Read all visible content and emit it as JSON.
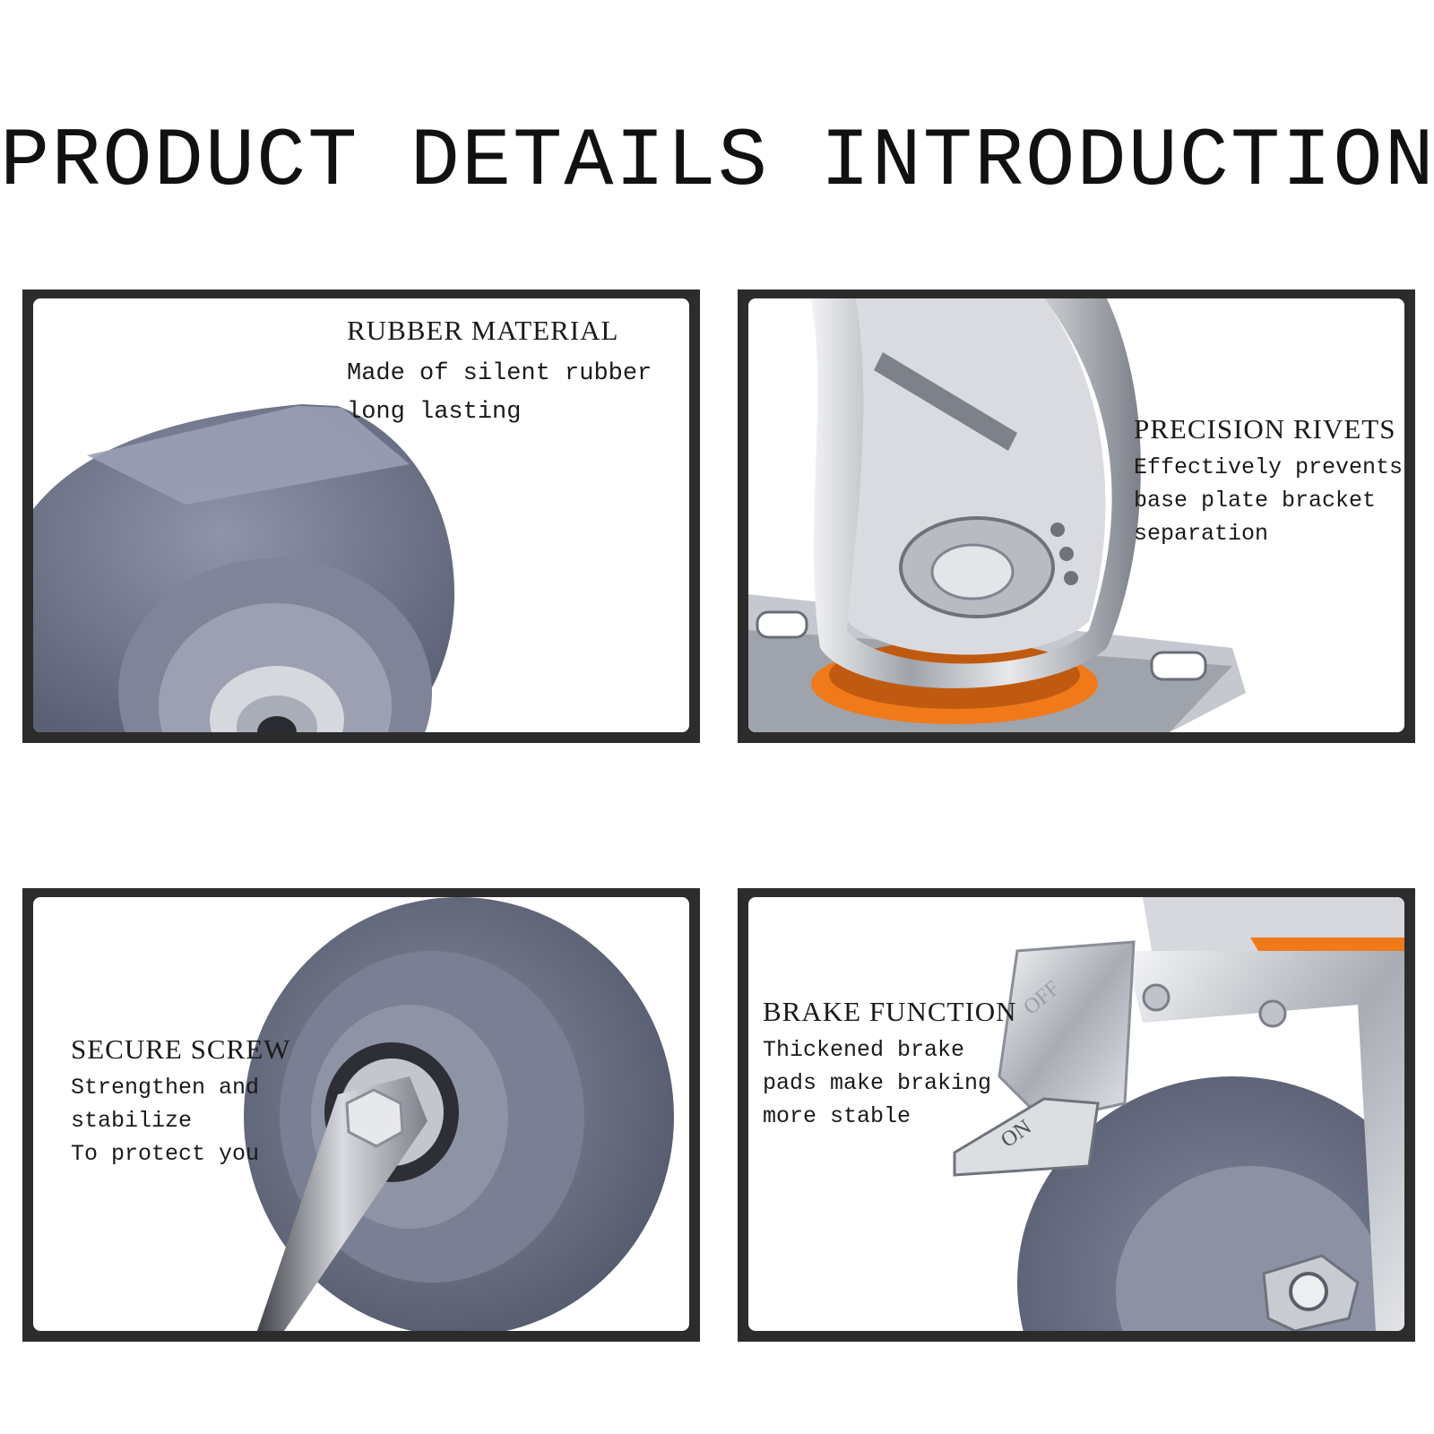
{
  "page_title": "PRODUCT DETAILS INTRODUCTION",
  "colors": {
    "frame": "#2c2c2c",
    "rubber": "#6e7388",
    "chrome": "#c9ccd3",
    "accent_orange": "#f07a1a"
  },
  "panels": [
    {
      "title": "RUBBER MATERIAL",
      "lines": [
        "Made of silent rubber",
        "long lasting"
      ],
      "image": "caster-wheel-rubber-closeup"
    },
    {
      "title": "PRECISION RIVETS",
      "lines": [
        "Effectively prevents",
        "base plate bracket",
        "separation"
      ],
      "image": "caster-bracket-swivel-closeup"
    },
    {
      "title": "SECURE SCREW",
      "lines": [
        "Strengthen and",
        "stabilize",
        "To protect you"
      ],
      "image": "caster-axle-screw-closeup"
    },
    {
      "title": "BRAKE FUNCTION",
      "lines": [
        "Thickened brake",
        "pads make braking",
        "more stable"
      ],
      "image": "caster-brake-pedal-closeup",
      "pedal_labels": [
        "OFF",
        "ON"
      ]
    }
  ]
}
